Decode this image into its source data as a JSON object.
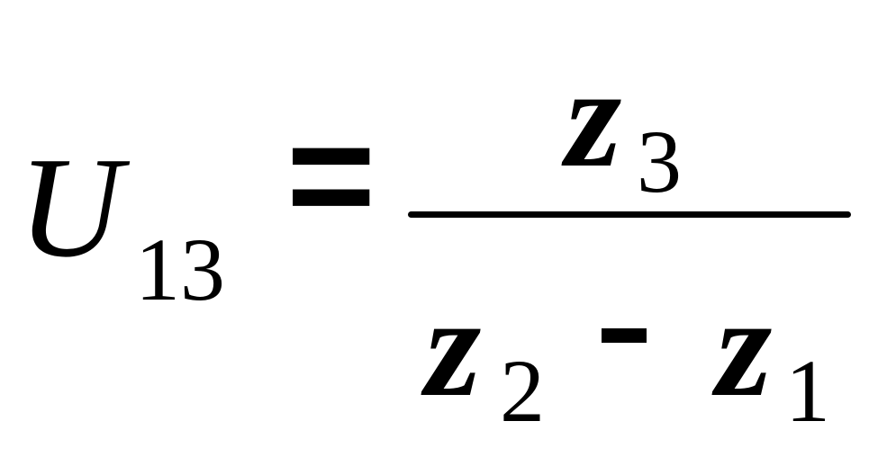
{
  "formula": {
    "lhs": {
      "variable": "U",
      "subscript": "13"
    },
    "relation": "=",
    "numerator": {
      "variable": "z",
      "subscript": "3"
    },
    "denominator": {
      "term_a": {
        "variable": "z",
        "subscript": "2"
      },
      "operator": "-",
      "term_b": {
        "variable": "z",
        "subscript": "1"
      }
    }
  }
}
